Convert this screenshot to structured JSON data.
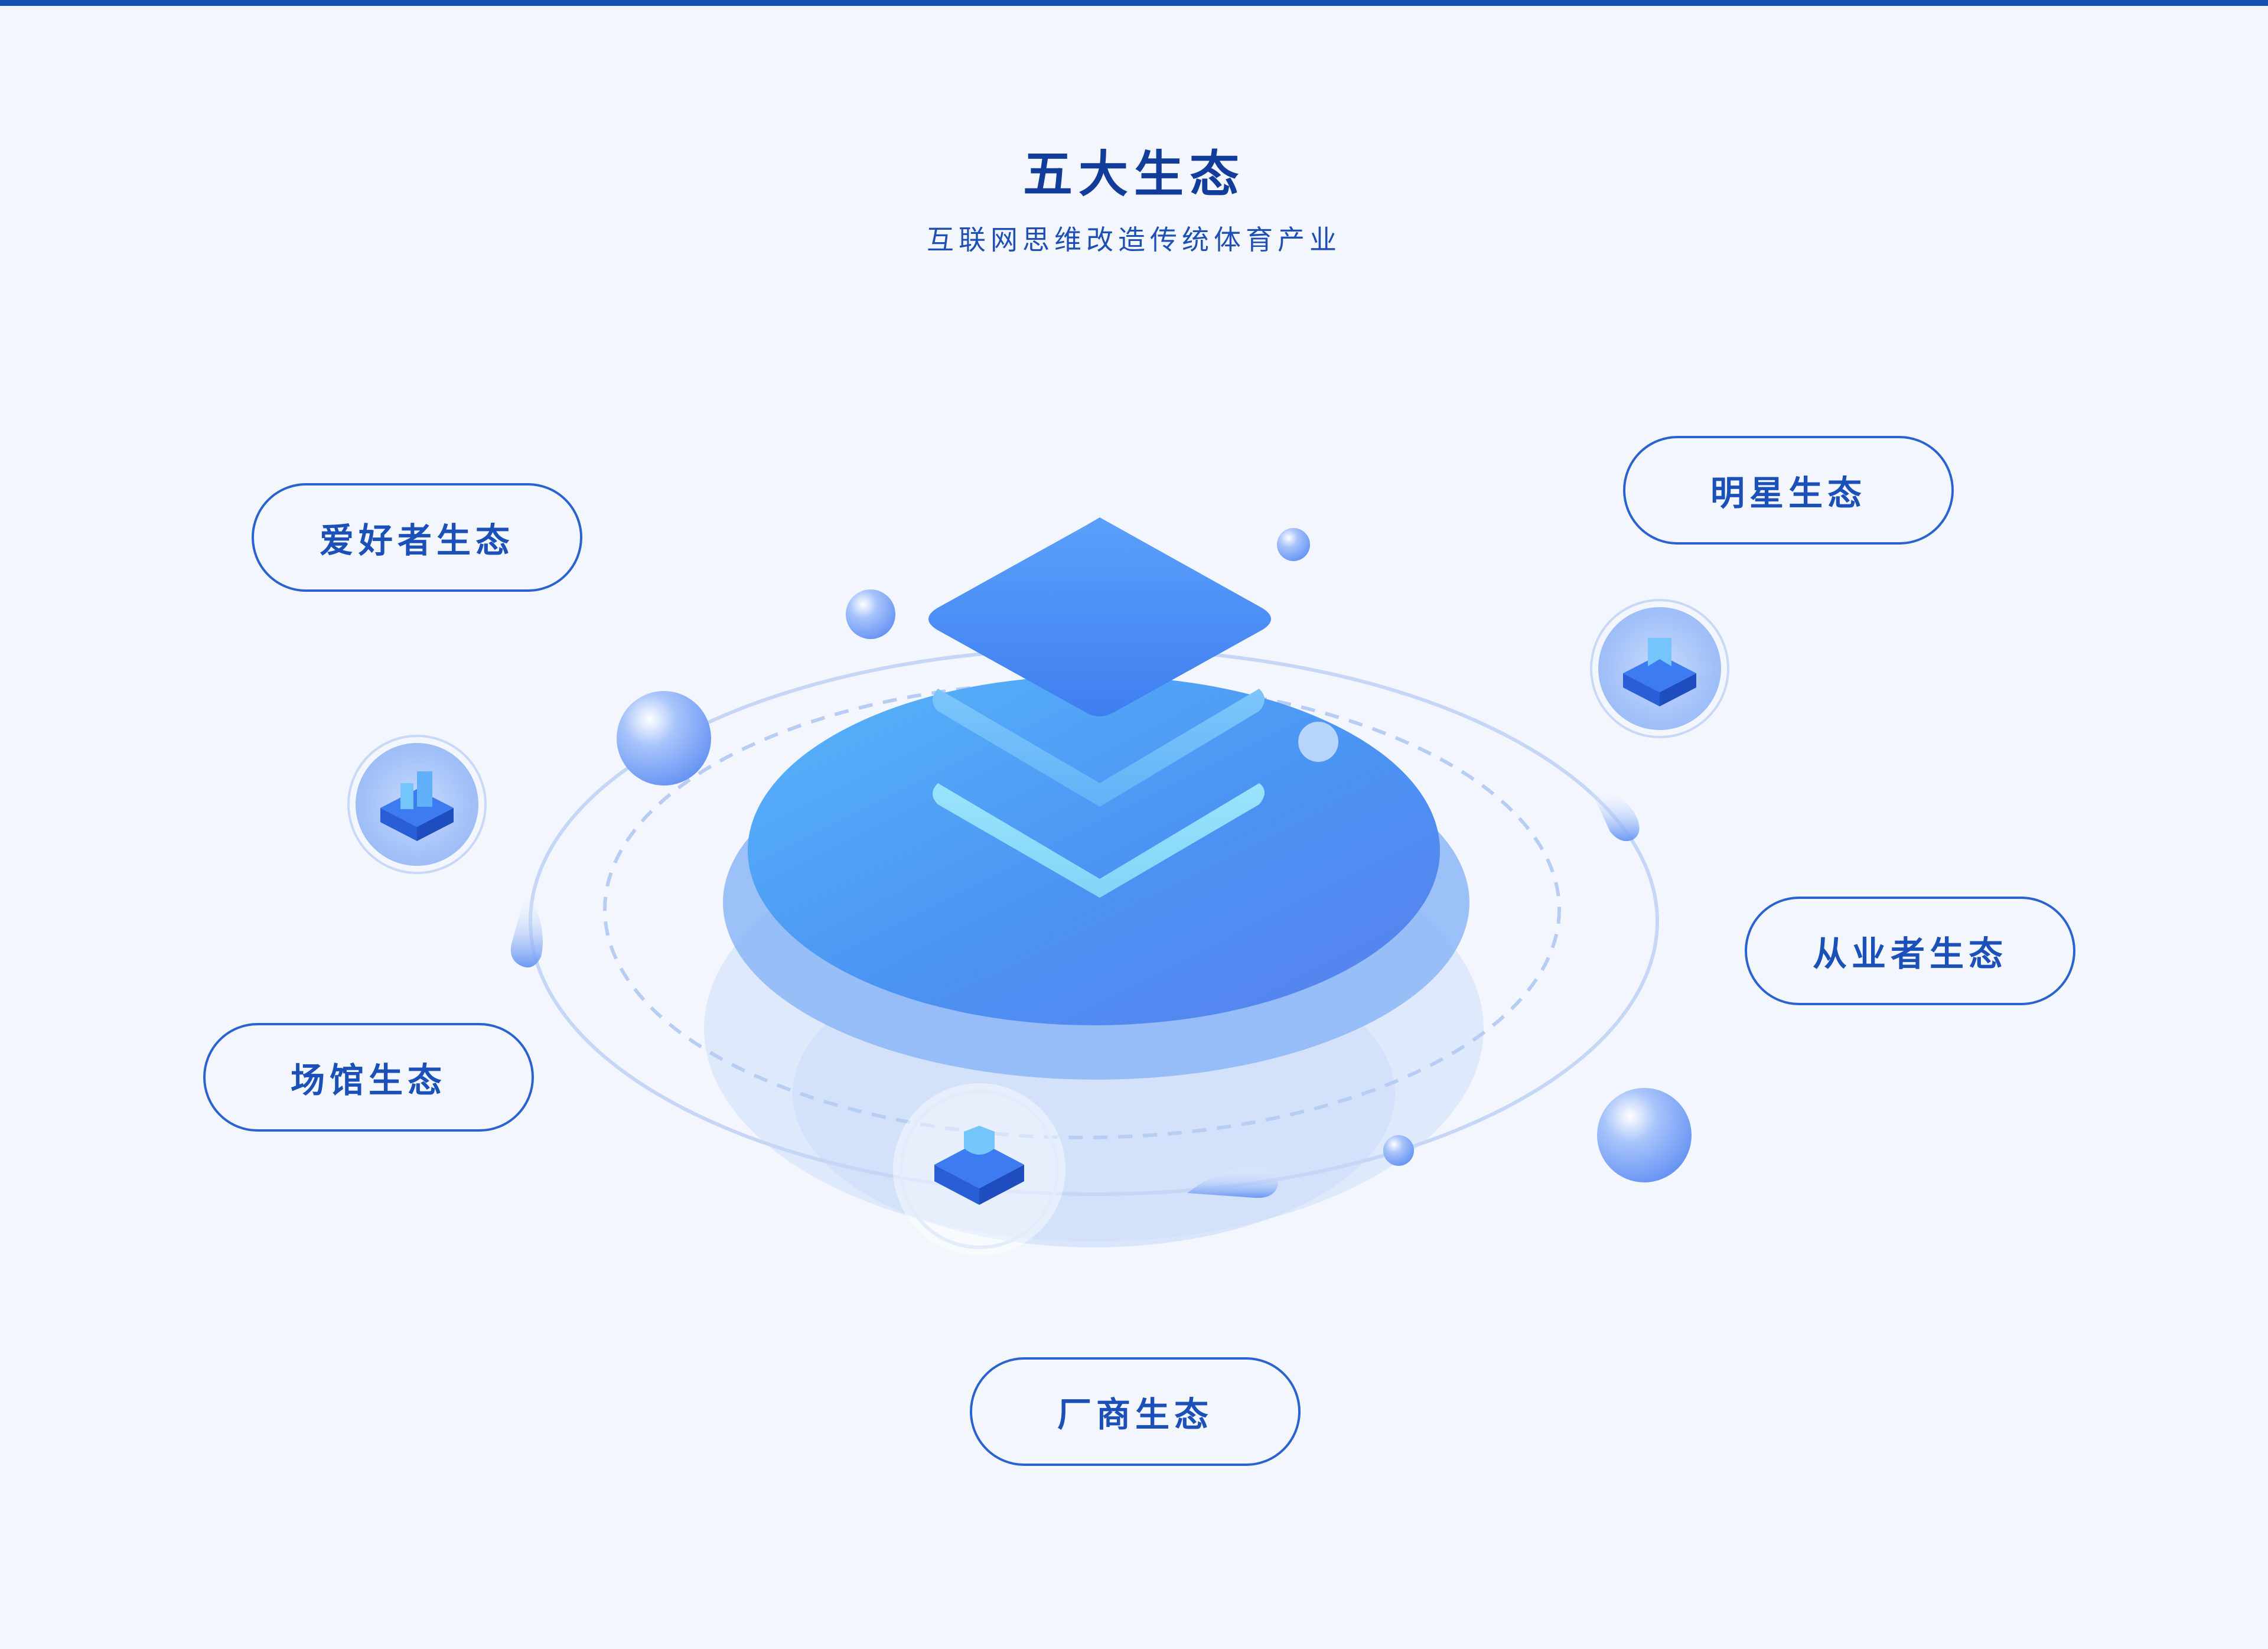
{
  "header": {
    "title": "五大生态",
    "subtitle": "互联网思维改造传统体育产业"
  },
  "ecosystems": [
    {
      "label": "爱好者生态",
      "icon": "buildings-icon"
    },
    {
      "label": "明星生态",
      "icon": "bookmark-icon"
    },
    {
      "label": "场馆生态",
      "icon": "shield-icon"
    },
    {
      "label": "从业者生态"
    },
    {
      "label": "厂商生态"
    }
  ],
  "colors": {
    "accent": "#2a63cf",
    "title": "#123c9a",
    "background": "#f3f7fd",
    "top_bar": "#1a4fb2"
  }
}
